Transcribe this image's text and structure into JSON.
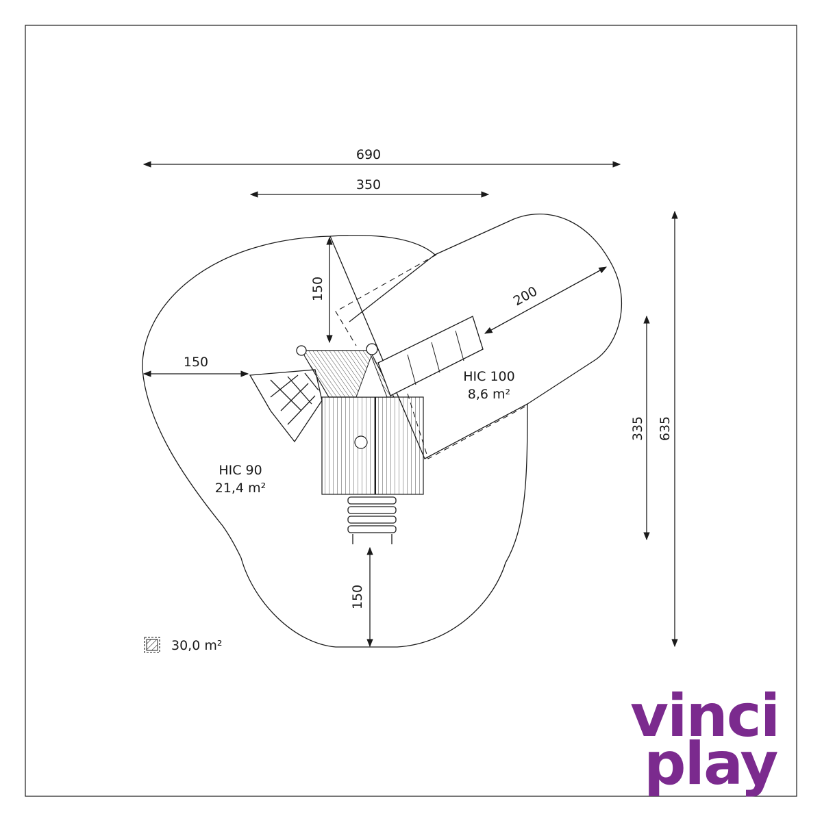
{
  "dimensions": {
    "overall_width": "690",
    "structure_width": "350",
    "top_clearance": "150",
    "left_clearance": "150",
    "bottom_clearance": "150",
    "slide_clearance": "200",
    "right_partial_height": "335",
    "overall_height": "635"
  },
  "zones": {
    "hic90": {
      "title": "HIC 90",
      "area": "21,4 m²"
    },
    "hic100": {
      "title": "HIC 100",
      "area": "8,6 m²"
    }
  },
  "legend": {
    "total_area": "30,0 m²",
    "icon": "hatched-square-icon"
  },
  "brand": {
    "line1": "vinci",
    "line2": "play",
    "color": "#7b2a8e"
  },
  "colors": {
    "line": "#1a1a1a",
    "background": "#ffffff"
  }
}
